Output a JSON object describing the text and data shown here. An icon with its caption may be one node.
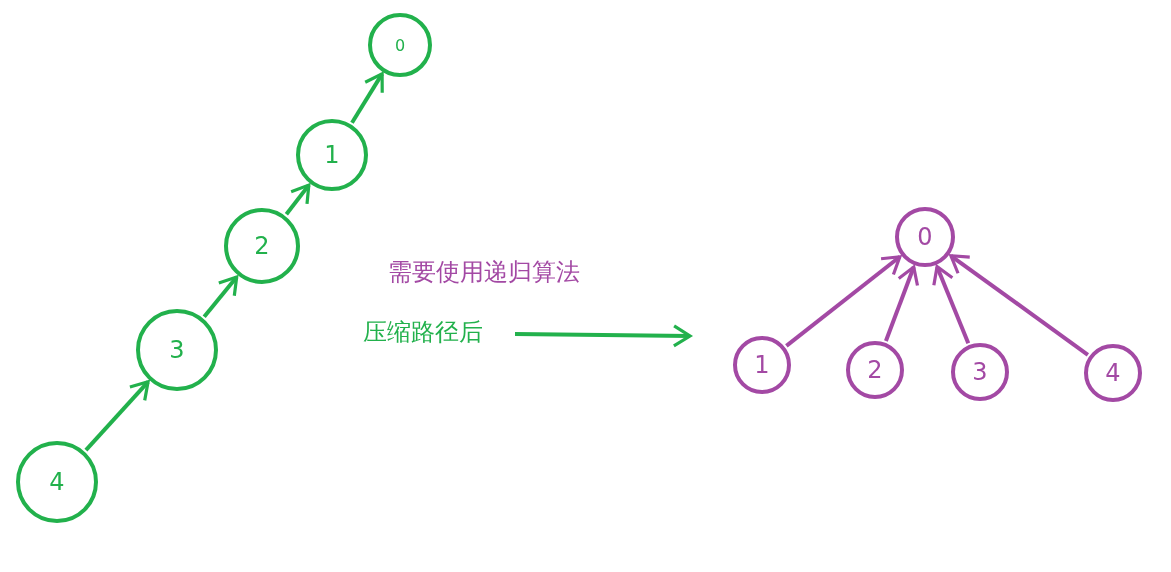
{
  "diagram": {
    "nodes": [
      {
        "text": [
          "0"
        ]
      },
      {
        "text": [
          "1"
        ]
      },
      {
        "text": [
          "2"
        ]
      },
      {
        "text": [
          "3"
        ]
      },
      {
        "text": [
          "4"
        ]
      },
      {
        "text": [
          "压缩路径后"
        ]
      },
      {
        "text": [
          "0"
        ]
      },
      {
        "text": [
          "1"
        ]
      },
      {
        "text": [
          "2"
        ]
      },
      {
        "text": [
          "3"
        ]
      },
      {
        "text": [
          "4"
        ]
      }
    ],
    "edges": [
      {
        "from": 4,
        "to": 3,
        "arrow": "to"
      },
      {
        "from": 3,
        "to": 2,
        "arrow": "to"
      },
      {
        "from": 2,
        "to": 1,
        "arrow": "to"
      },
      {
        "from": 1,
        "to": 0,
        "arrow": "to"
      },
      {
        "from": 5,
        "to": null,
        "arrow": "to"
      },
      {
        "from": 7,
        "to": 6,
        "arrow": "to",
        "color": "#a349a4"
      },
      {
        "from": 8,
        "to": 6,
        "arrow": "to",
        "color": "#a349a4"
      },
      {
        "from": 9,
        "to": 6,
        "arrow": "to",
        "color": "#a349a4"
      },
      {
        "from": 10,
        "to": 6,
        "arrow": "to",
        "color": "#a349a4"
      }
    ],
    "labels": [
      "需要使用递归算法"
    ]
  }
}
